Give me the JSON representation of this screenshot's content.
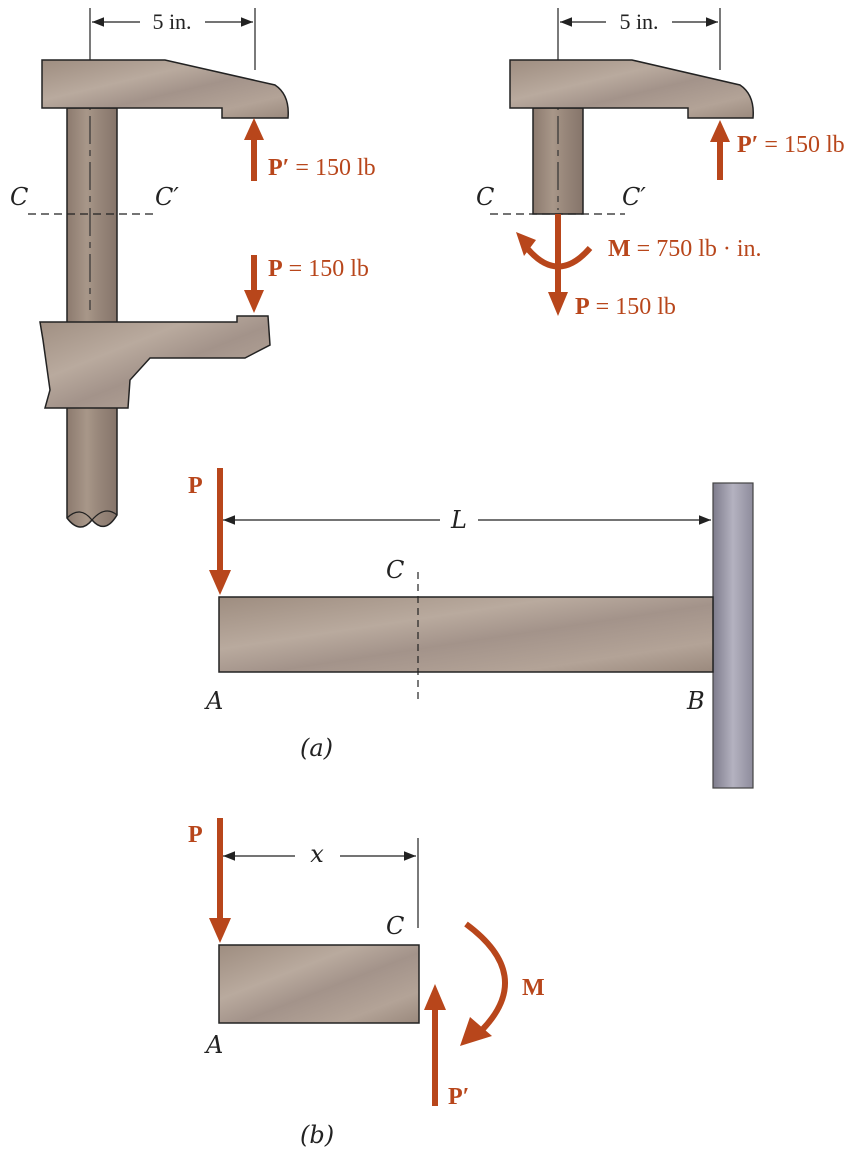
{
  "colors": {
    "steel": "#a8978a",
    "steel_dark": "#8a7a6e",
    "force": "#b8461b",
    "wall": "#9a98a6",
    "line": "#222222"
  },
  "clamp_full": {
    "dim_label": "5 in.",
    "section_left": "C",
    "section_right": "C′",
    "force_top": {
      "symbol": "P′",
      "value": "= 150 lb"
    },
    "force_bottom": {
      "symbol": "P",
      "value": "= 150 lb"
    }
  },
  "clamp_cut": {
    "dim_label": "5 in.",
    "section_left": "C",
    "section_right": "C′",
    "force_top": {
      "symbol": "P′",
      "value": "= 150 lb"
    },
    "moment": {
      "symbol": "M",
      "value": "= 750 lb · in."
    },
    "force_bottom": {
      "symbol": "P",
      "value": "= 150 lb"
    }
  },
  "beam_a": {
    "load": "P",
    "length": "L",
    "section": "C",
    "end_left": "A",
    "end_right": "B",
    "caption": "(a)"
  },
  "beam_b": {
    "load": "P",
    "distance": "x",
    "section": "C",
    "end_left": "A",
    "moment": "M",
    "reaction": "P′",
    "caption": "(b)"
  }
}
